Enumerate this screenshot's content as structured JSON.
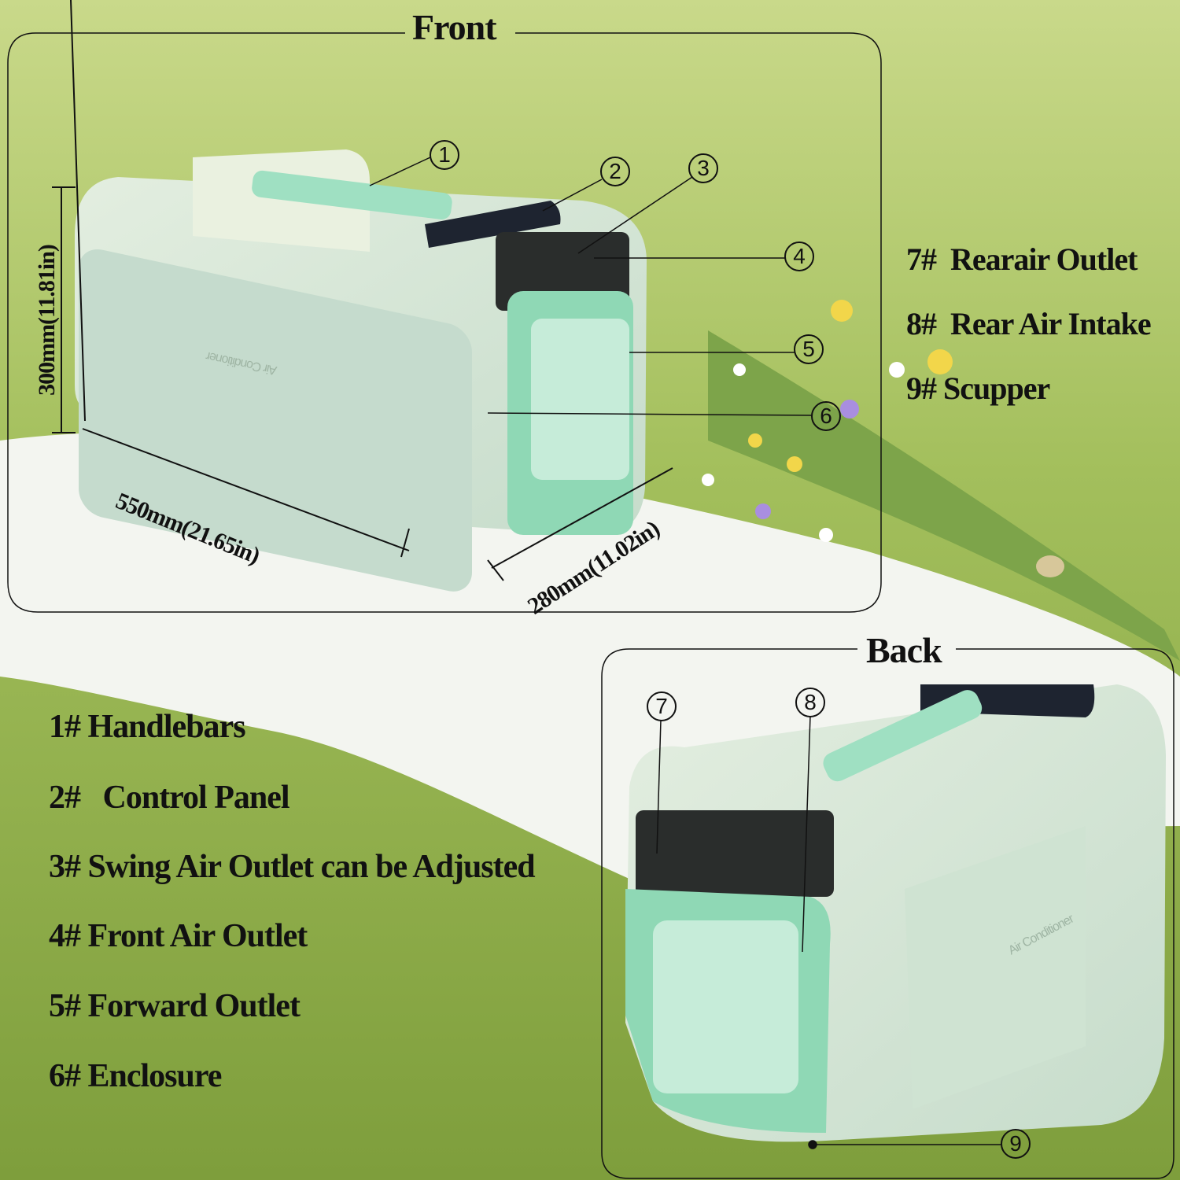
{
  "front": {
    "title": "Front",
    "callouts": [
      "1",
      "2",
      "3",
      "4",
      "5",
      "6"
    ],
    "dimensions": {
      "height": "300mm(11.81in)",
      "length": "550mm(21.65in)",
      "depth": "280mm(11.02in)"
    },
    "product_label": "Air Conditioner"
  },
  "back": {
    "title": "Back",
    "callouts": [
      "7",
      "8",
      "9"
    ],
    "product_label": "Air Conditioner"
  },
  "legend_left": [
    {
      "num": "1#",
      "label": "Handlebars"
    },
    {
      "num": "2#",
      "label": "Control Panel"
    },
    {
      "num": "3#",
      "label": "Swing Air Outlet can be Adjusted"
    },
    {
      "num": "4#",
      "label": "Front Air Outlet"
    },
    {
      "num": "5#",
      "label": "Forward Outlet"
    },
    {
      "num": "6#",
      "label": "Enclosure"
    }
  ],
  "legend_right": [
    {
      "num": "7#",
      "label": "Rearair Outlet"
    },
    {
      "num": "8#",
      "label": "Rear Air Intake"
    },
    {
      "num": "9#",
      "label": "Scupper"
    }
  ],
  "colors": {
    "body": "#d9e8d6",
    "accent_mint": "#9fe0c2",
    "panel": "#1e2430",
    "grass": "#8fae4e",
    "blanket": "#f4f6f2"
  }
}
